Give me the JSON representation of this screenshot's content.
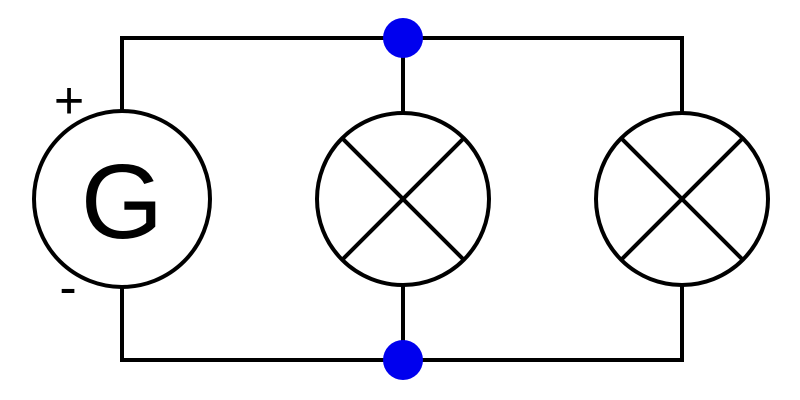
{
  "diagram": {
    "generator": {
      "label": "G",
      "positive_label": "+",
      "negative_label": "-"
    },
    "lamps": [
      {
        "symbol": "lamp-cross"
      },
      {
        "symbol": "lamp-cross"
      }
    ],
    "junctions": [
      {
        "position": "top"
      },
      {
        "position": "bottom"
      }
    ]
  },
  "colors": {
    "wire": "#000000",
    "junction": "#0000ee",
    "background": "#ffffff"
  }
}
